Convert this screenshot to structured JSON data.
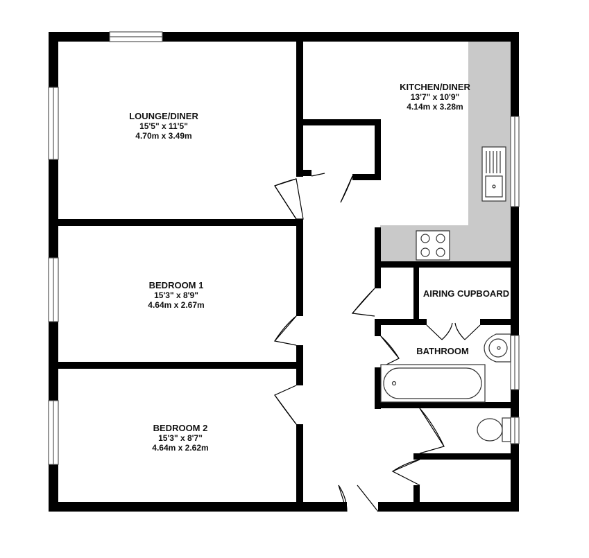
{
  "colors": {
    "wall": "#000000",
    "kitchen_worktop": "#c9c9c9",
    "window_frame": "#555555",
    "fixture": "#333333",
    "background": "#ffffff"
  },
  "rooms": {
    "lounge": {
      "name": "LOUNGE/DINER",
      "imperial": "15'5\"  x 11'5\"",
      "metric": "4.70m  x 3.49m"
    },
    "kitchen": {
      "name": "KITCHEN/DINER",
      "imperial": "13'7\"  x 10'9\"",
      "metric": "4.14m  x 3.28m"
    },
    "bedroom1": {
      "name": "BEDROOM 1",
      "imperial": "15'3\"  x 8'9\"",
      "metric": "4.64m  x 2.67m"
    },
    "bedroom2": {
      "name": "BEDROOM 2",
      "imperial": "15'3\"  x 8'7\"",
      "metric": "4.64m  x 2.62m"
    },
    "airing": {
      "name": "AIRING CUPBOARD"
    },
    "bathroom": {
      "name": "BATHROOM"
    }
  },
  "icons": {
    "sink": "kitchen-sink-icon",
    "hob": "hob-icon",
    "bath": "bath-icon",
    "basin": "wash-basin-icon",
    "toilet": "toilet-icon"
  }
}
